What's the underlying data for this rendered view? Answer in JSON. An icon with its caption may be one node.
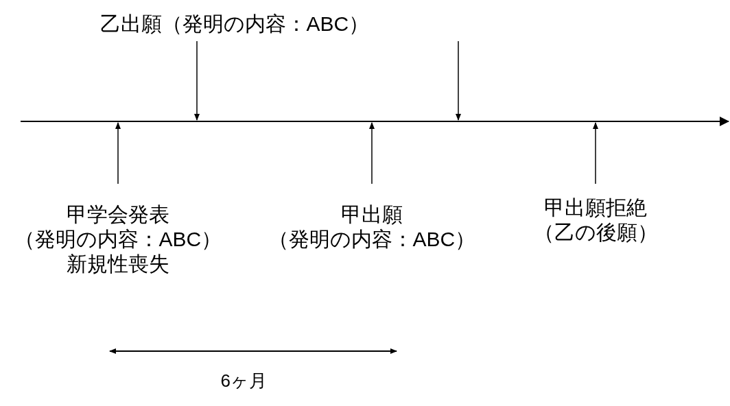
{
  "diagram": {
    "nodes": [
      {
        "text": [],
        "shape": "line"
      },
      {
        "text": [
          "乙出願（発明の内容：ABC）"
        ]
      },
      {
        "text": [
          "甲学会発表",
          "（発明の内容：ABC）",
          "新規性喪失"
        ]
      },
      {
        "text": [
          "甲出願",
          "（発明の内容：ABC）"
        ]
      },
      {
        "text": [
          "甲出願拒絶",
          "（乙の後願）"
        ]
      }
    ],
    "edges": [
      {
        "from": 1,
        "to": 0,
        "arrow": "to"
      },
      {
        "from": null,
        "to": 0,
        "arrow": "to"
      },
      {
        "from": 2,
        "to": 0,
        "arrow": "to"
      },
      {
        "from": 3,
        "to": 0,
        "arrow": "to"
      },
      {
        "from": 4,
        "to": 0,
        "arrow": "to"
      }
    ],
    "labels": [
      "6ヶ月"
    ]
  }
}
